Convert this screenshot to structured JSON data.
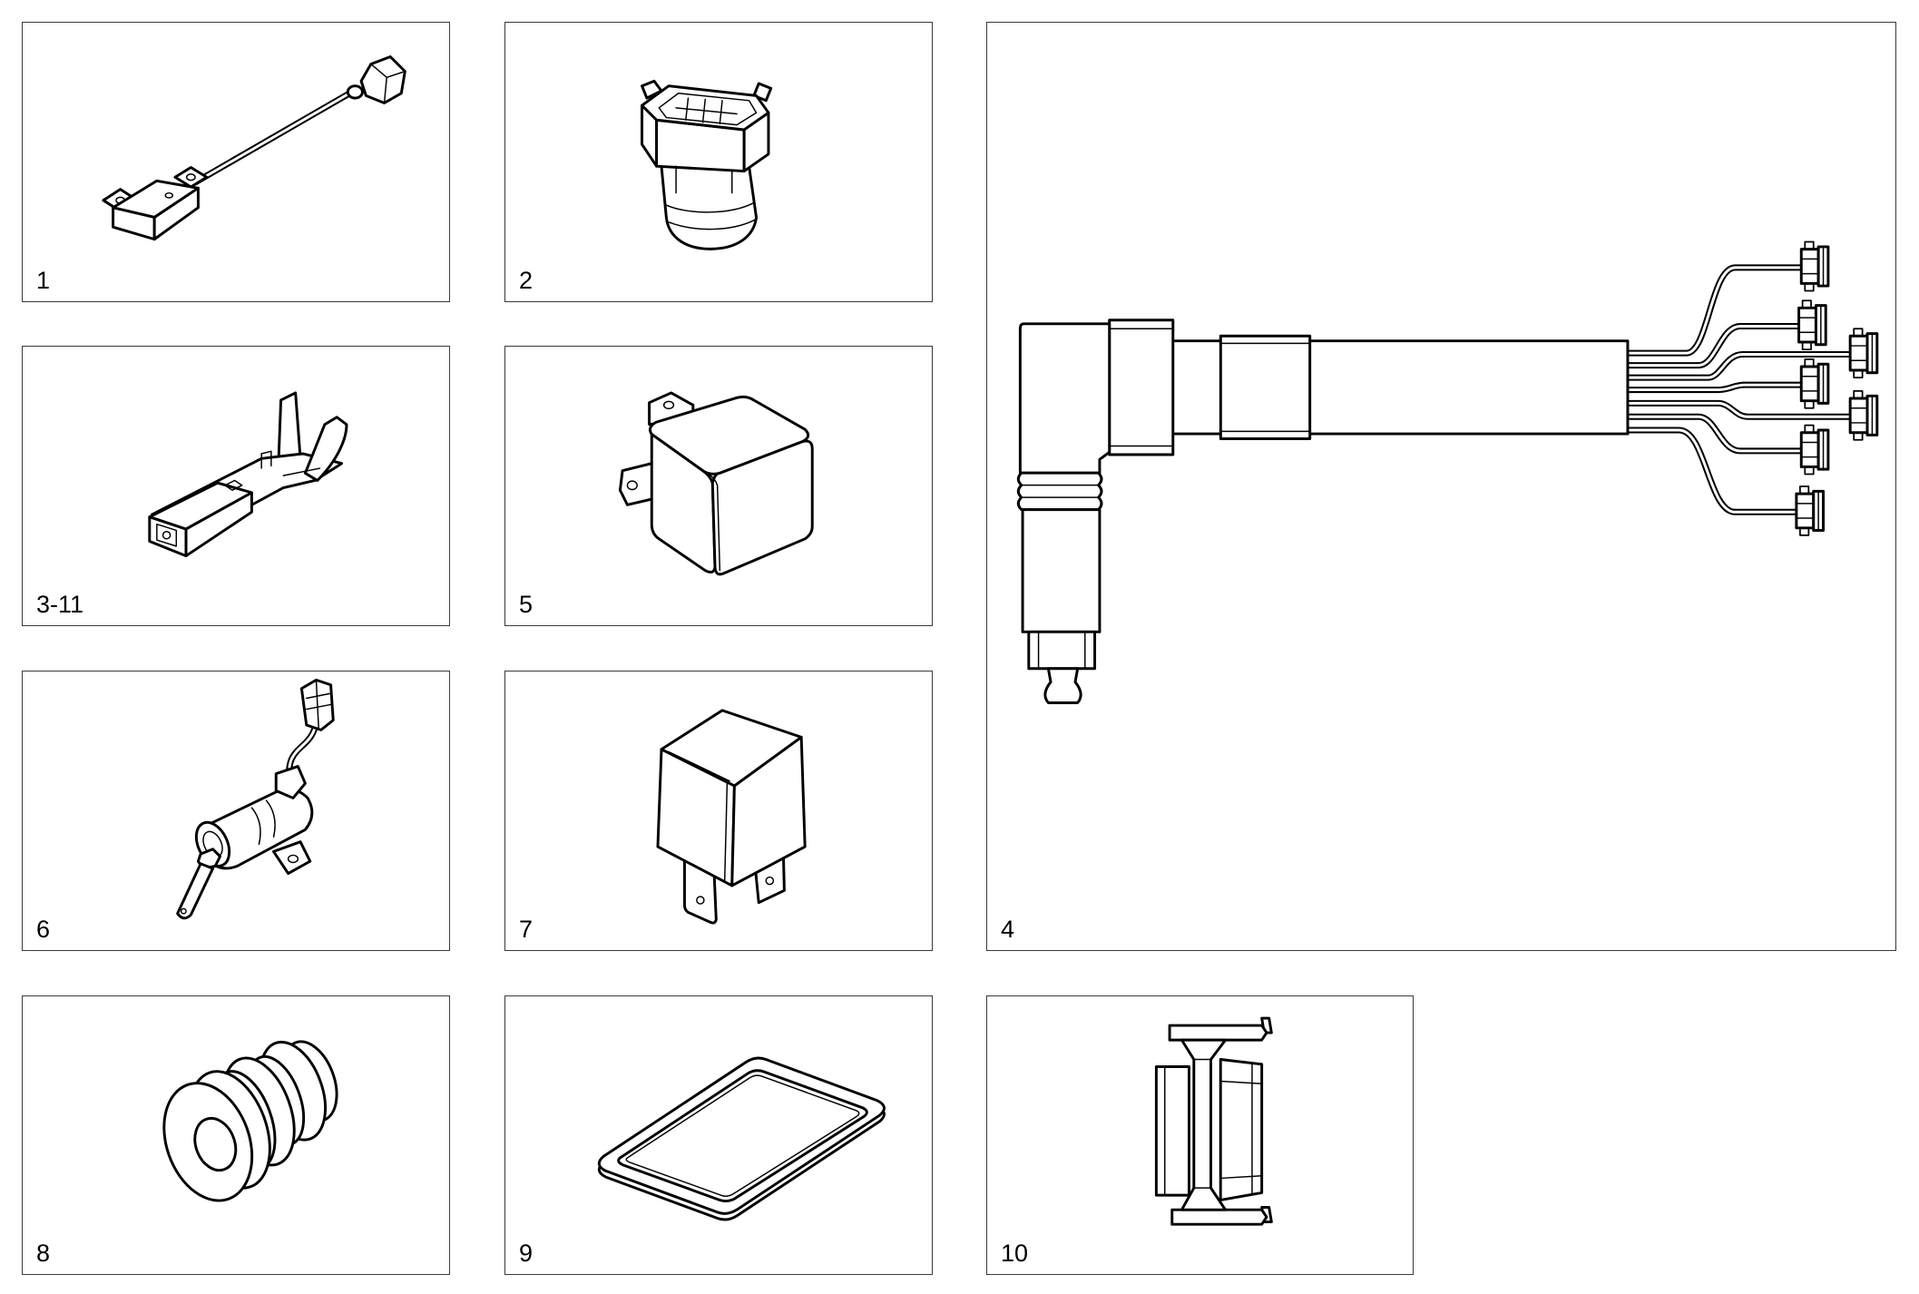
{
  "panels": [
    {
      "label": "1"
    },
    {
      "label": "2"
    },
    {
      "label": "4"
    },
    {
      "label": "3-11"
    },
    {
      "label": "5"
    },
    {
      "label": "6"
    },
    {
      "label": "7"
    },
    {
      "label": "8"
    },
    {
      "label": "9"
    },
    {
      "label": "10"
    }
  ],
  "colors": {
    "line": "#000000",
    "background": "#ffffff",
    "panel_border": "#3a3a3a"
  }
}
